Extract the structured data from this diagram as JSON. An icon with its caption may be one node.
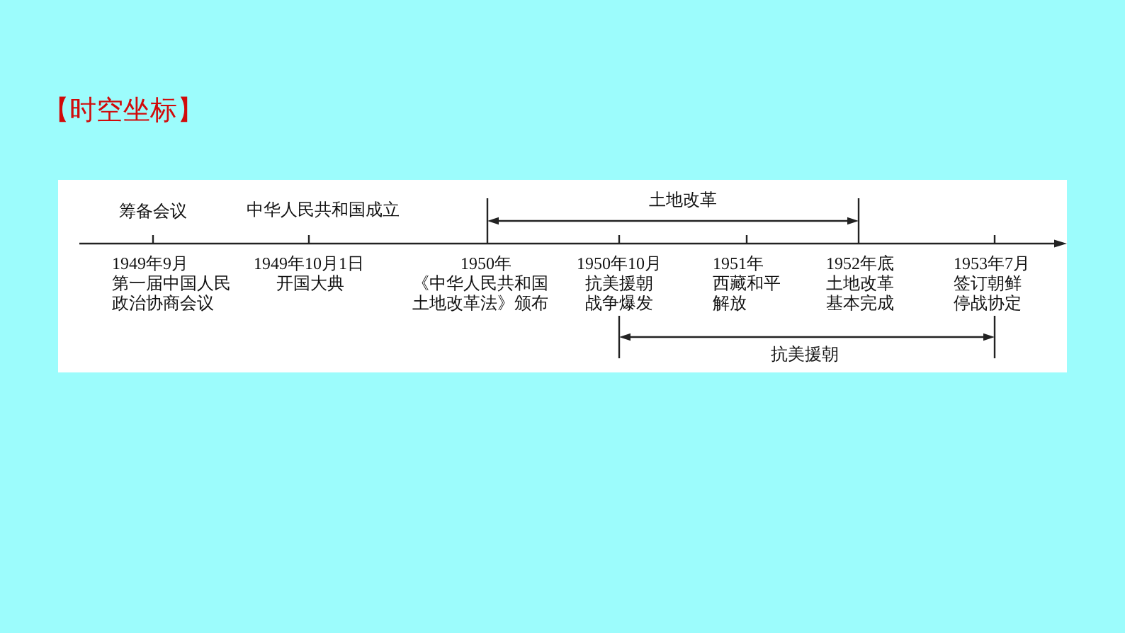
{
  "diagram": {
    "title": "【时空坐标】",
    "labels": [
      "筹备会议",
      "中华人民共和国成立",
      "土地改革",
      "1949年9月",
      "第一届中国人民政治协商会议",
      "1949年10月1日",
      "开国大典",
      "1950年",
      "《中华人民共和国土地改革法》颁布",
      "1950年10月",
      "抗美援朝战争爆发",
      "1951年",
      "西藏和平解放",
      "1952年底",
      "土地改革基本完成",
      "1953年7月",
      "签订朝鲜停战协定",
      "抗美援朝"
    ]
  }
}
